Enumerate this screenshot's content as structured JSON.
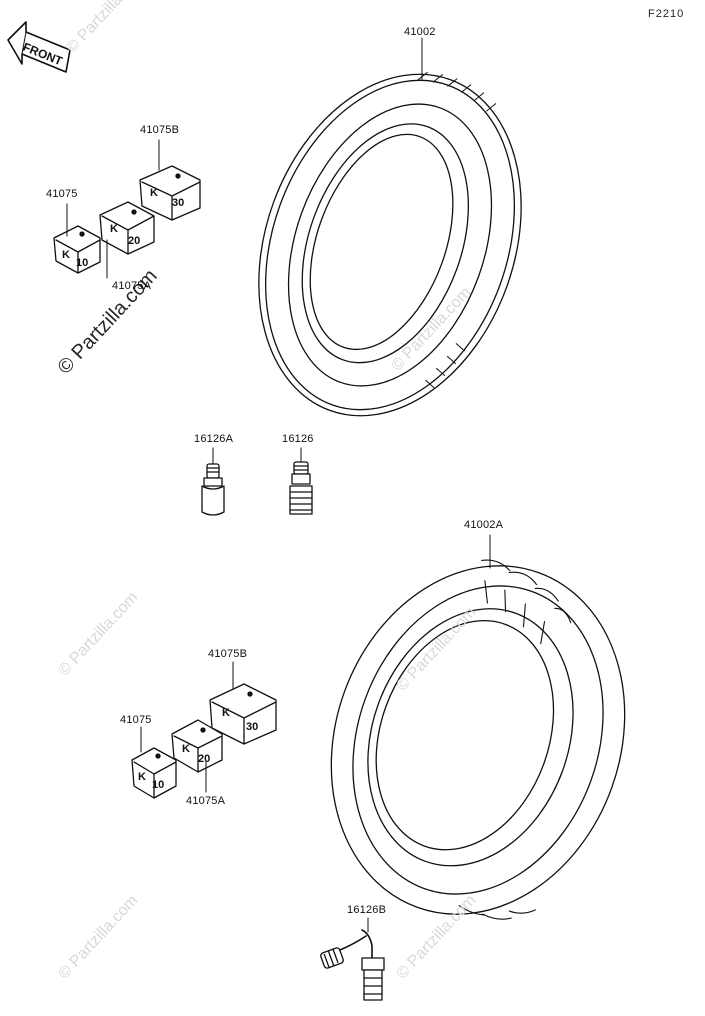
{
  "figure_code": "F2210",
  "front_label": "FRONT",
  "watermark_main": "© Partzilla.com",
  "watermark_faint": "© Partzilla.com",
  "tag_k": "K",
  "tag_k10": "10",
  "tag_k20": "20",
  "tag_k30": "30",
  "upper": {
    "tire": "41002",
    "weight_b": "41075B",
    "weight": "41075",
    "weight_a": "41075A",
    "valve_a": "16126A",
    "valve": "16126"
  },
  "lower": {
    "tire": "41002A",
    "weight_b": "41075B",
    "weight": "41075",
    "weight_a": "41075A",
    "valve_b": "16126B"
  }
}
